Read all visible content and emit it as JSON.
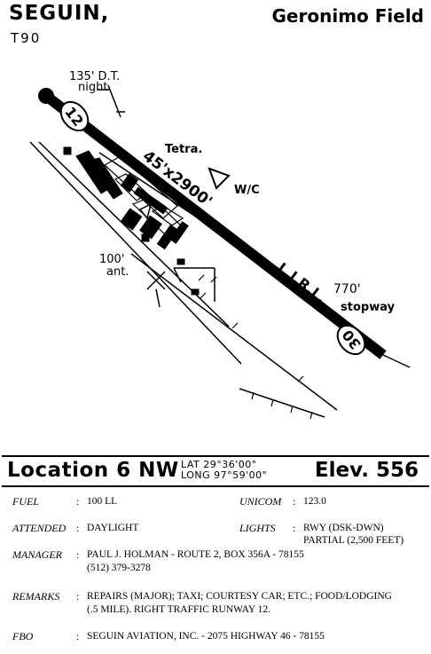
{
  "header": {
    "city": "SEGUIN,",
    "ident": "T90",
    "field_name": "Geronimo Field"
  },
  "diagram": {
    "runway_dims": "45'x2900'",
    "runway_end_nw": "12",
    "runway_end_se": "30",
    "lirl": "L.I.R.L.",
    "tetra": "Tetra.",
    "wc": "W/C",
    "dt_label_1": "135' D.T.",
    "dt_label_2": "night",
    "ant_label_1": "100'",
    "ant_label_2": "ant.",
    "stopway_label_1": "770'",
    "stopway_label_2": "stopway"
  },
  "location": {
    "location_text": "Location 6 NW",
    "lat_label": "LAT",
    "lat_value": "29°36'00\"",
    "long_label": "LONG",
    "long_value": "97°59'00\"",
    "elevation_text": "Elev. 556"
  },
  "info": {
    "fuel_label": "FUEL",
    "fuel_value": "100 LL",
    "unicom_label": "UNICOM",
    "unicom_value": "123.0",
    "attended_label": "ATTENDED",
    "attended_value": "DAYLIGHT",
    "lights_label": "LIGHTS",
    "lights_value_1": "RWY (DSK-DWN)",
    "lights_value_2": "PARTIAL (2,500 FEET)",
    "manager_label": "MANAGER",
    "manager_value_1": "PAUL J. HOLMAN - ROUTE 2, BOX 356A - 78155",
    "manager_value_2": "(512) 379-3278",
    "remarks_label": "REMARKS",
    "remarks_value_1": "REPAIRS (MAJOR); TAXI; COURTESY CAR; ETC.; FOOD/LODGING",
    "remarks_value_2": "(.5 MILE). RIGHT TRAFFIC RUNWAY 12.",
    "fbo_label": "FBO",
    "fbo_value": "SEGUIN AVIATION, INC. - 2075 HIGHWAY 46 - 78155",
    "colon": ":"
  }
}
